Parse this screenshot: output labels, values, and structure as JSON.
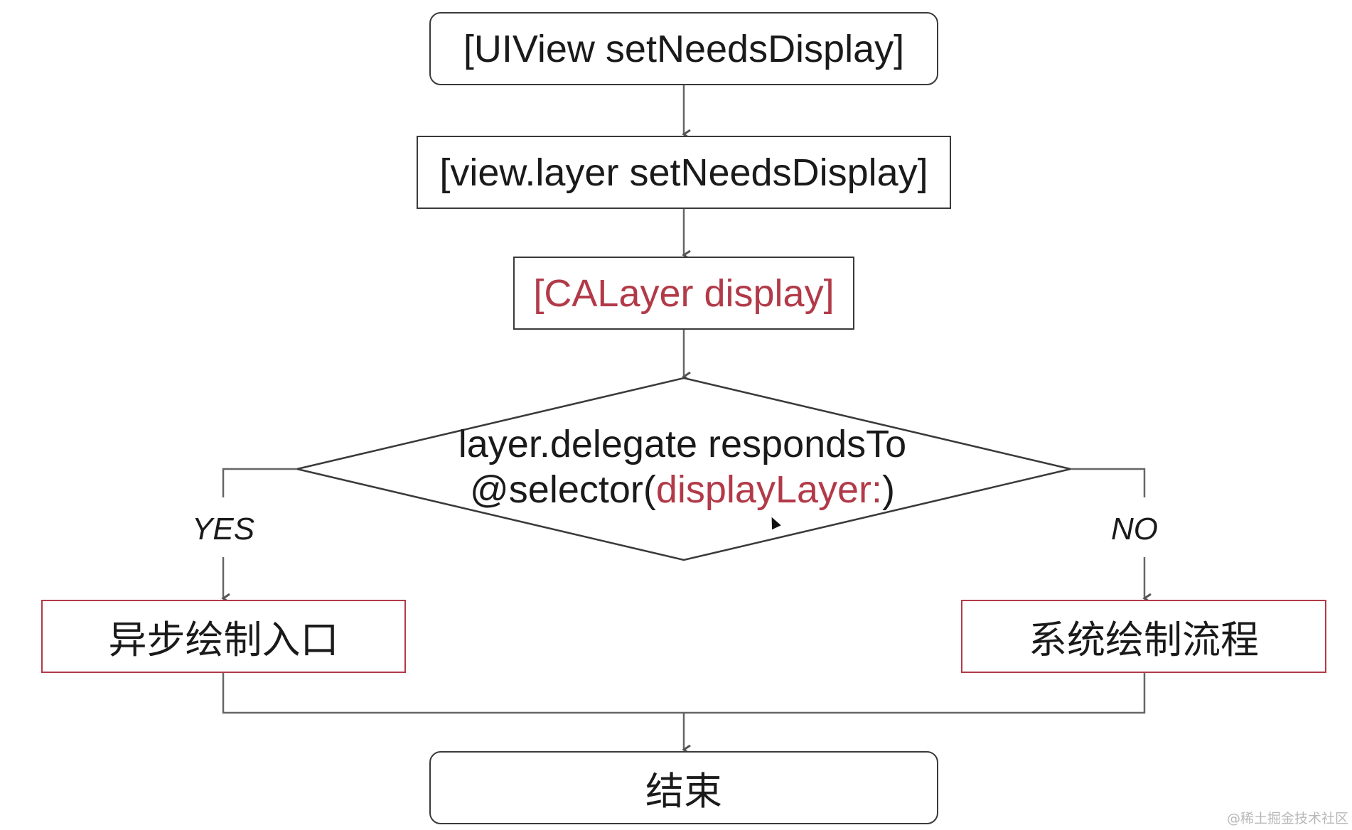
{
  "diagram": {
    "start": "[UIView setNeedsDisplay]",
    "layer_set": "[view.layer setNeedsDisplay]",
    "calayer_display": "[CALayer display]",
    "decision": {
      "line1": "layer.delegate respondsTo",
      "line2_prefix": "@selector(",
      "line2_highlight": "displayLayer:",
      "line2_suffix": ")"
    },
    "yes_label": "YES",
    "no_label": "NO",
    "async_entry": "异步绘制入口",
    "system_flow": "系统绘制流程",
    "end": "结束"
  },
  "watermark": "@稀土掘金技术社区",
  "colors": {
    "highlight": "#b23a48",
    "line": "#555555",
    "border": "#3a3a3a"
  }
}
